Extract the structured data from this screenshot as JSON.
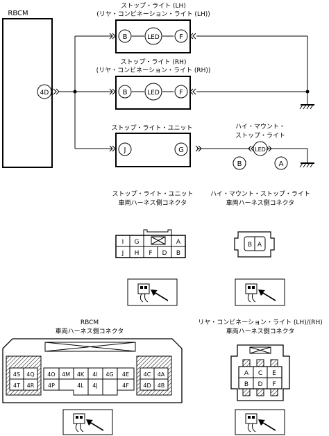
{
  "rbcm": {
    "label": "RBCM",
    "terminal": "4D"
  },
  "lamps": {
    "stop_lh": {
      "title": "ストップ・ライト (LH)",
      "subtitle": "(リヤ・コンビネーション・ライト (LH))",
      "pin_in": "B",
      "led": "LED",
      "pin_out": "F"
    },
    "stop_rh": {
      "title": "ストップ・ライト (RH)",
      "subtitle": "(リヤ・コンビネーション・ライト (RH))",
      "pin_in": "B",
      "led": "LED",
      "pin_out": "F"
    },
    "stop_unit": {
      "title": "ストップ・ライト・ユニット",
      "pin_in": "J",
      "pin_out": "G"
    },
    "high_mount": {
      "title_line1": "ハイ・マウント・",
      "title_line2": "ストップ・ライト",
      "led": "LED",
      "pin_b": "B",
      "pin_a": "A"
    }
  },
  "connectors": {
    "stop_unit": {
      "title": "ストップ・ライト・ユニット",
      "subtitle": "車両ハーネス側コネクタ",
      "top_row": [
        "I",
        "G",
        "",
        "A"
      ],
      "bottom_row": [
        "J",
        "H",
        "F",
        "D",
        "B"
      ]
    },
    "high_mount": {
      "title": "ハイ・マウント・ストップ・ライト",
      "subtitle": "車両ハーネス側コネクタ",
      "pins": [
        "B",
        "A"
      ]
    },
    "rbcm": {
      "title": "RBCM",
      "subtitle": "車両ハーネス側コネクタ",
      "left_block": [
        [
          "4S",
          "4Q"
        ],
        [
          "4T",
          "4R"
        ]
      ],
      "mid_top": [
        "4O",
        "4M",
        "4K",
        "4I",
        "4G",
        "4E"
      ],
      "mid_bottom": [
        "4P",
        "4L",
        "4J",
        "4F"
      ],
      "right_block": [
        [
          "4C",
          "4A"
        ],
        [
          "4D",
          "4B"
        ]
      ]
    },
    "rear_combo": {
      "title": "リヤ・コンビネーション・ライト (LH)/(RH)",
      "subtitle": "車両ハーネス側コネクタ",
      "top_row": [
        "A",
        "C",
        "E"
      ],
      "bottom_row": [
        "B",
        "D",
        "F"
      ]
    }
  }
}
